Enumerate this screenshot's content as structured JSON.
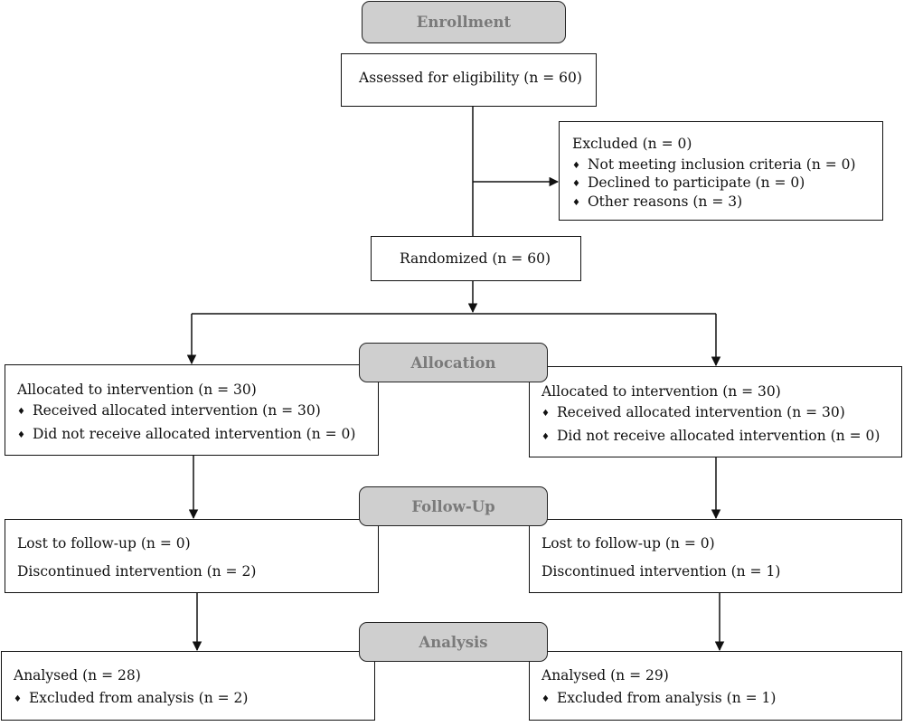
{
  "stages": {
    "enrollment": "Enrollment",
    "allocation": "Allocation",
    "follow_up": "Follow-Up",
    "analysis": "Analysis"
  },
  "assessed": "Assessed for eligibility (n = 60)",
  "excluded": {
    "title": "Excluded  (n = 0)",
    "items": [
      "Not meeting inclusion criteria (n = 0)",
      "Declined to participate (n = 0)",
      "Other reasons (n = 3)"
    ]
  },
  "randomized": "Randomized (n = 60)",
  "left_arm": {
    "allocation": {
      "title": "Allocated to intervention (n = 30)",
      "items": [
        "Received allocated intervention (n = 30)",
        "Did not receive allocated intervention (n = 0)"
      ]
    },
    "follow_up": [
      "Lost to follow-up (n = 0)",
      "Discontinued intervention  (n = 2)"
    ],
    "analysis": {
      "title": "Analysed  (n = 28)",
      "items": [
        "Excluded from analysis (n = 2)"
      ]
    }
  },
  "right_arm": {
    "allocation": {
      "title": "Allocated to intervention (n = 30)",
      "items": [
        "Received allocated intervention (n = 30)",
        "Did not  receive allocated intervention (n = 0)"
      ]
    },
    "follow_up": [
      "Lost to follow-up  (n = 0)",
      "Discontinued intervention (n = 1)"
    ],
    "analysis": {
      "title": "Analysed  (n = 29)",
      "items": [
        "Excluded from analysis (n = 1)"
      ]
    }
  },
  "bullet_symbol": "♦"
}
